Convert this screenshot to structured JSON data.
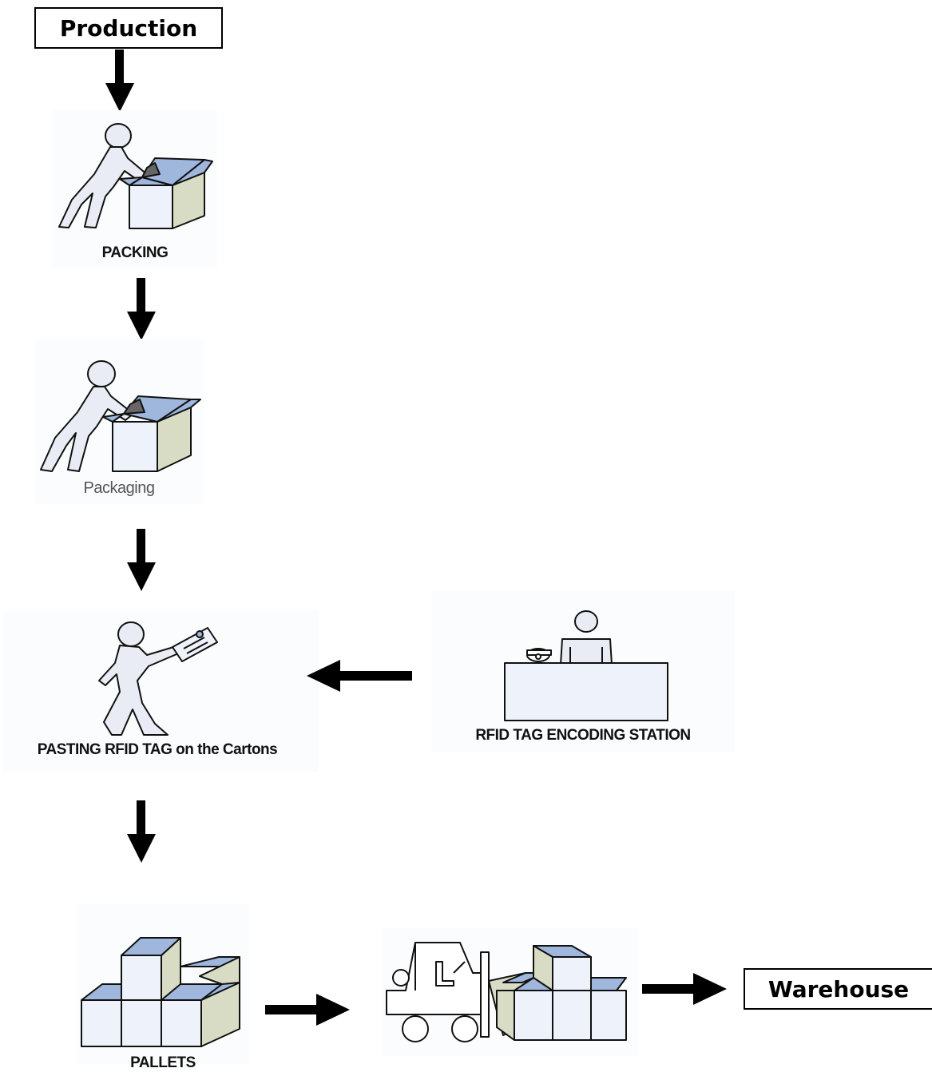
{
  "nodes": {
    "production": "Production",
    "packing": "PACKING",
    "packaging": "Packaging",
    "pasting": "PASTING RFID TAG on the Cartons",
    "encoding_station": "RFID TAG ENCODING STATION",
    "pallets": "PALLETS",
    "warehouse": "Warehouse"
  },
  "icons": {
    "packing": "person-packing-box-icon",
    "packaging": "person-packing-box-icon",
    "pasting": "person-walking-with-tag-icon",
    "encoding_station": "person-at-desk-icon",
    "pallets": "stacked-boxes-icon",
    "forklift": "forklift-with-boxes-icon"
  },
  "colors": {
    "box_front": "#eef2fa",
    "box_top": "#9fb6dd",
    "box_side": "#d9dcc4",
    "figure_fill": "#e9ecf4",
    "stroke": "#111111",
    "arrow": "#000000"
  }
}
